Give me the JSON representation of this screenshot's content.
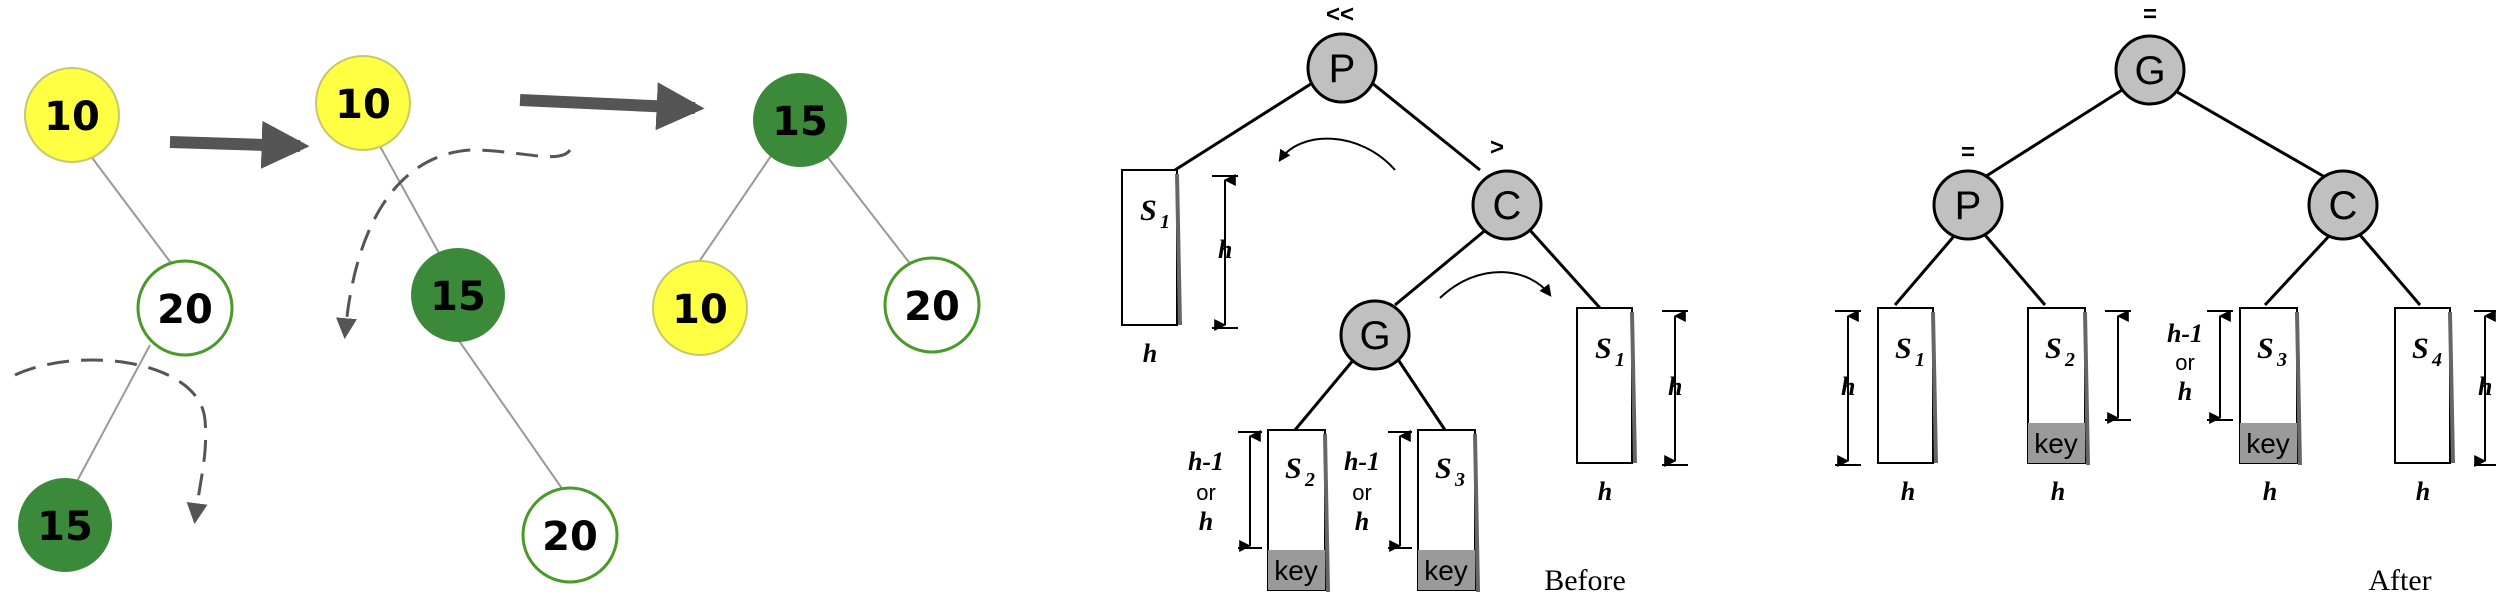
{
  "colors": {
    "yellow": "#ffff44",
    "green": "#3a8a3a",
    "white_node_border": "#4a9a2a",
    "gray_node": "#c0c0c0",
    "key_fill": "#9a9a9a",
    "edge": "#999999"
  },
  "left_diagram": {
    "step1": {
      "root": "10",
      "child": "20",
      "grandchild": "15"
    },
    "step2": {
      "root": "10",
      "child": "15",
      "grandchild": "20"
    },
    "step3": {
      "root": "15",
      "left": "10",
      "right": "20"
    }
  },
  "before": {
    "mark_p": "<<",
    "mark_c": ">",
    "node_p": "P",
    "node_c": "C",
    "node_g": "G",
    "s1_left": {
      "main": "S",
      "sub": "1"
    },
    "s1_right": {
      "main": "S",
      "sub": "1"
    },
    "s2": {
      "main": "S",
      "sub": "2"
    },
    "s3": {
      "main": "S",
      "sub": "3"
    },
    "h": "h",
    "hminus1": "h-1",
    "or": "or",
    "key": "key",
    "caption": "Before"
  },
  "after": {
    "mark_g": "=",
    "mark_p": "=",
    "node_g": "G",
    "node_p": "P",
    "node_c": "C",
    "s1": {
      "main": "S",
      "sub": "1"
    },
    "s2": {
      "main": "S",
      "sub": "2"
    },
    "s3": {
      "main": "S",
      "sub": "3"
    },
    "s4": {
      "main": "S",
      "sub": "4"
    },
    "h": "h",
    "hminus1": "h-1",
    "or": "or",
    "key": "key",
    "caption": "After"
  }
}
